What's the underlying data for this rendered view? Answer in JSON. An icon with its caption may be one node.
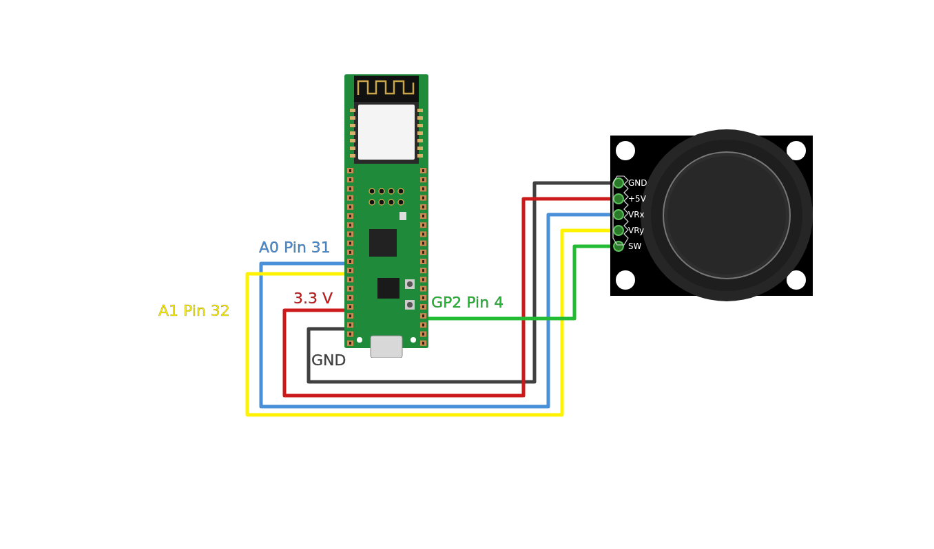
{
  "diagram": {
    "nodes": [
      {
        "text": [],
        "shape": "picture"
      },
      {
        "text": [],
        "shape": "picture"
      },
      {
        "text": [
          "GND"
        ],
        "in": 1
      },
      {
        "text": [
          "+5V"
        ],
        "in": 1
      },
      {
        "text": [
          "VRx"
        ],
        "in": 1
      },
      {
        "text": [
          "VRy"
        ],
        "in": 1
      },
      {
        "text": [
          "SW"
        ],
        "in": 1
      }
    ],
    "edges": [
      {
        "from": 0,
        "to": 2,
        "arrow": "none",
        "label": "GND",
        "color": "#404040"
      },
      {
        "from": 0,
        "to": 3,
        "arrow": "none",
        "label": "3.3 V",
        "color": "#cc1a1a"
      },
      {
        "from": 0,
        "to": 4,
        "arrow": "none",
        "label": "A0 Pin 31",
        "color": "#4a90d9"
      },
      {
        "from": 0,
        "to": 5,
        "arrow": "none",
        "label": "A1 Pin 32",
        "color": "#fff200"
      },
      {
        "from": 0,
        "to": 6,
        "arrow": "none",
        "label": "GP2 Pin 4",
        "color": "#22bb33"
      }
    ]
  }
}
